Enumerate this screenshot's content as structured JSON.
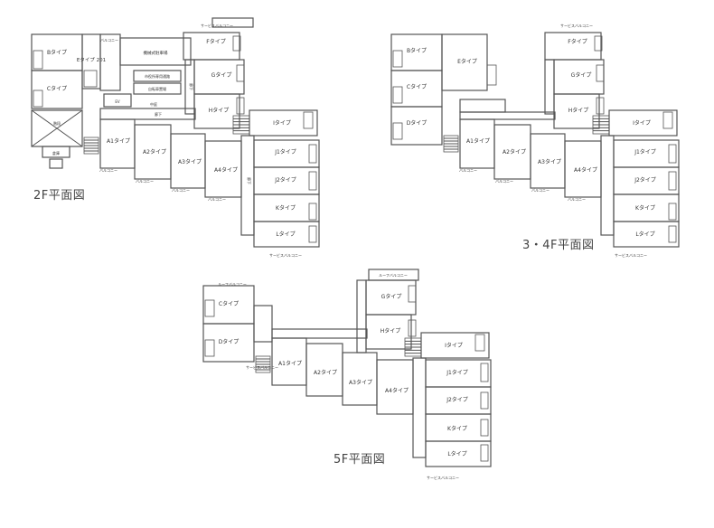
{
  "plans": [
    {
      "title": "2F平面図",
      "units": [
        "Bタイプ",
        "Cタイプ",
        "Eタイプ 201",
        "Fタイプ",
        "Gタイプ",
        "Hタイプ",
        "Iタイプ",
        "A1タイプ",
        "A2タイプ",
        "A3タイプ",
        "A4タイプ",
        "J1タイプ",
        "J2タイプ",
        "Kタイプ",
        "Lタイプ"
      ],
      "rooms": [
        "機械式駐車場",
        "市役所専用通路",
        "自転車置場",
        "中庭",
        "階段",
        "倉庫",
        "EV",
        "廊下"
      ],
      "balconies": [
        "サービスバルコニー",
        "バルコニー"
      ]
    },
    {
      "title": "3・4F平面図",
      "units": [
        "Bタイプ",
        "Cタイプ",
        "Dタイプ",
        "Eタイプ",
        "Fタイプ",
        "Gタイプ",
        "Hタイプ",
        "Iタイプ",
        "A1タイプ",
        "A2タイプ",
        "A3タイプ",
        "A4タイプ",
        "J1タイプ",
        "J2タイプ",
        "Kタイプ",
        "Lタイプ"
      ],
      "balconies": [
        "サービスバルコニー",
        "バルコニー"
      ]
    },
    {
      "title": "5F平面図",
      "units": [
        "Cタイプ",
        "Dタイプ",
        "Gタイプ",
        "Hタイプ",
        "Iタイプ",
        "A1タイプ",
        "A2タイプ",
        "A3タイプ",
        "A4タイプ",
        "J1タイプ",
        "J2タイプ",
        "Kタイプ",
        "Lタイプ"
      ],
      "balconies": [
        "ルーフバルコニー",
        "サービスバルコニー",
        "バルコニー"
      ]
    }
  ],
  "colors": {
    "wall": "#555555",
    "text": "#333333",
    "title": "#444444"
  }
}
